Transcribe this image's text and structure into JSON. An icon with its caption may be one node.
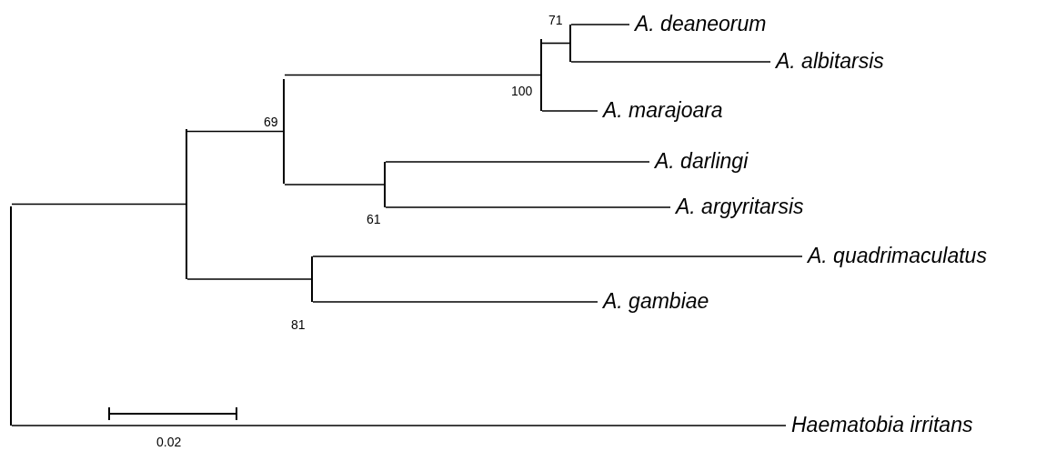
{
  "diagram": {
    "nodes": [
      {
        "text": [],
        "shape": "bar"
      },
      {
        "text": [],
        "shape": "bar"
      },
      {
        "text": [],
        "shape": "bar",
        "beside": [
          "69"
        ]
      },
      {
        "text": [],
        "shape": "bar",
        "beside": [
          "100"
        ]
      },
      {
        "text": [],
        "shape": "bar",
        "beside": [
          "71"
        ]
      },
      {
        "text": [
          "A. deaneorum"
        ]
      },
      {
        "text": [
          "A. albitarsis"
        ]
      },
      {
        "text": [
          "A. marajoara"
        ]
      },
      {
        "text": [],
        "shape": "bar",
        "beside": [
          "61"
        ]
      },
      {
        "text": [
          "A. darlingi"
        ]
      },
      {
        "text": [
          "A. argyritarsis"
        ]
      },
      {
        "text": [],
        "shape": "bar",
        "beside": [
          "81"
        ]
      },
      {
        "text": [
          "A. quadrimaculatus"
        ]
      },
      {
        "text": [
          "A. gambiae"
        ]
      },
      {
        "text": [
          "Haematobia irritans"
        ]
      }
    ],
    "edges": [
      {
        "from": 0,
        "to": 1,
        "arrow": "none"
      },
      {
        "from": 0,
        "to": 14,
        "arrow": "none"
      },
      {
        "from": 1,
        "to": 2,
        "arrow": "none"
      },
      {
        "from": 1,
        "to": 11,
        "arrow": "none"
      },
      {
        "from": 2,
        "to": 3,
        "arrow": "none"
      },
      {
        "from": 2,
        "to": 8,
        "arrow": "none"
      },
      {
        "from": 3,
        "to": 4,
        "arrow": "none"
      },
      {
        "from": 3,
        "to": 7,
        "arrow": "none"
      },
      {
        "from": 4,
        "to": 5,
        "arrow": "none"
      },
      {
        "from": 4,
        "to": 6,
        "arrow": "none"
      },
      {
        "from": 8,
        "to": 9,
        "arrow": "none"
      },
      {
        "from": 8,
        "to": 10,
        "arrow": "none"
      },
      {
        "from": 11,
        "to": 12,
        "arrow": "none"
      },
      {
        "from": 11,
        "to": 13,
        "arrow": "none"
      }
    ],
    "labels": [
      "0.02"
    ]
  }
}
